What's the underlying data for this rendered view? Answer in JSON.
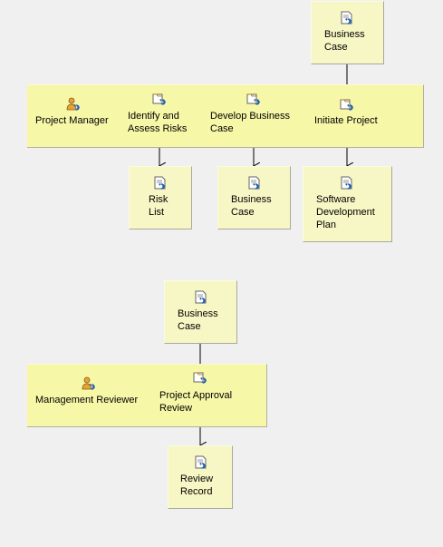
{
  "diagram1": {
    "input": {
      "label": "Business\nCase"
    },
    "role": {
      "label": "Project Manager",
      "icon": "role-icon"
    },
    "tasks": [
      {
        "label": "Identify and\nAssess Risks",
        "icon": "task-icon"
      },
      {
        "label": "Develop Business\nCase",
        "icon": "task-icon"
      },
      {
        "label": "Initiate Project",
        "icon": "task-icon"
      }
    ],
    "outputs": [
      {
        "label": "Risk\nList",
        "icon": "artifact-icon"
      },
      {
        "label": "Business\nCase",
        "icon": "artifact-icon"
      },
      {
        "label": "Software\nDevelopment\nPlan",
        "icon": "artifact-icon"
      }
    ]
  },
  "diagram2": {
    "input": {
      "label": "Business\nCase"
    },
    "role": {
      "label": "Management Reviewer",
      "icon": "role-icon"
    },
    "task": {
      "label": "Project Approval\nReview",
      "icon": "task-icon"
    },
    "output": {
      "label": "Review\nRecord",
      "icon": "artifact-icon"
    }
  },
  "colors": {
    "lane": "#f7f7a8",
    "artifact": "#f7f7c5",
    "background": "#f0f0f0",
    "icon_blue": "#1e5fb4",
    "icon_orange": "#e8a23a"
  }
}
